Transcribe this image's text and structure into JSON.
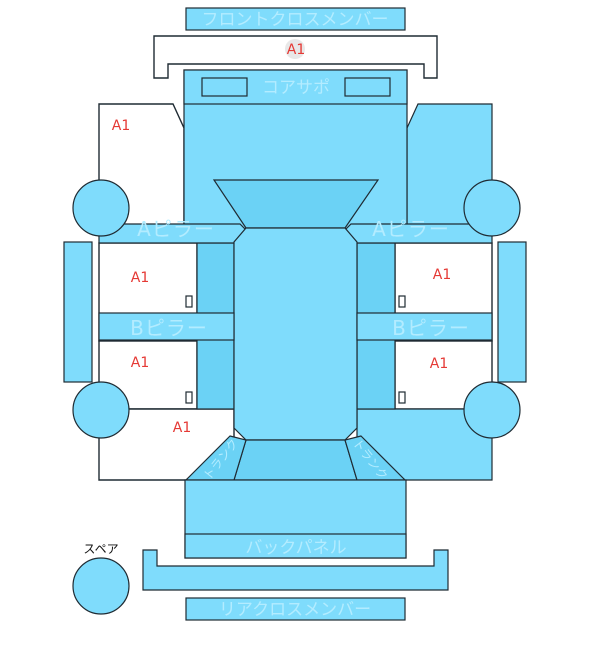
{
  "labels": {
    "front_cross_member": "フロントクロスメンバー",
    "core_support": "コアサポ",
    "a_pillar_left": "Aピラー",
    "a_pillar_right": "Aピラー",
    "b_pillar_left": "Bピラー",
    "b_pillar_right": "Bピラー",
    "back_panel": "バックパネル",
    "rear_cross_member": "リアクロスメンバー",
    "trunk_left": "トランク",
    "trunk_right": "トランク",
    "spare": "スペア"
  },
  "marks": {
    "front_bumper": "A1",
    "left_front_fender": "A1",
    "left_front_door": "A1",
    "left_rear_door": "A1",
    "left_quarter": "A1",
    "right_front_door": "A1",
    "right_rear_door": "A1"
  },
  "colors": {
    "part_fill": "#7fdcfc",
    "part_fill_dark": "#6bd2f5",
    "label_text": "#b3ecff",
    "damage_mark": "#e53935",
    "outline": "#1f2b33"
  }
}
